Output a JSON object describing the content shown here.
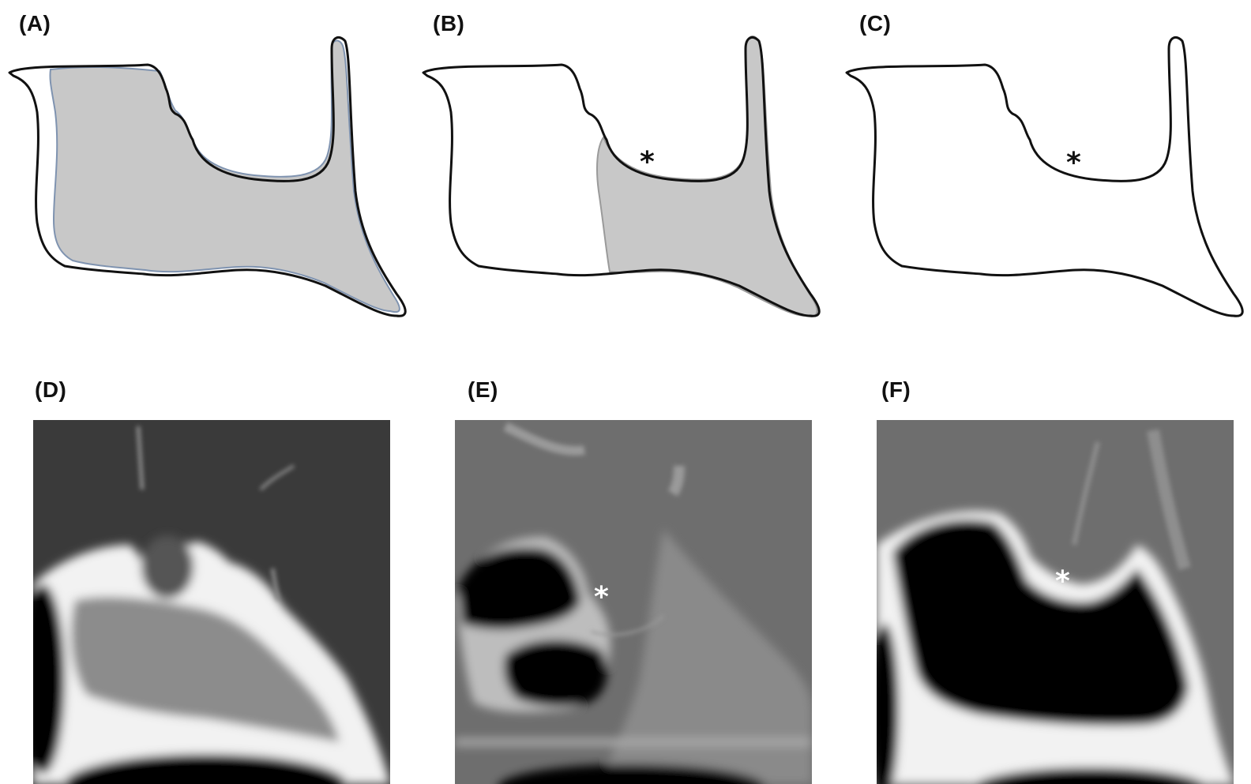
{
  "figure": {
    "panels": [
      {
        "id": "A",
        "label": "(A)"
      },
      {
        "id": "B",
        "label": "(B)"
      },
      {
        "id": "C",
        "label": "(C)"
      },
      {
        "id": "D",
        "label": "(D)"
      },
      {
        "id": "E",
        "label": "(E)"
      },
      {
        "id": "F",
        "label": "(F)"
      }
    ],
    "marker": "*",
    "colors": {
      "outline": "#111111",
      "shading": "#c8c8c8",
      "shading_edge": "#7f93b0",
      "scan_background_dark": "#3a3a3a",
      "scan_background_mid": "#6e6e6e",
      "air": "#000000",
      "bone": "#f2f2f2"
    }
  }
}
